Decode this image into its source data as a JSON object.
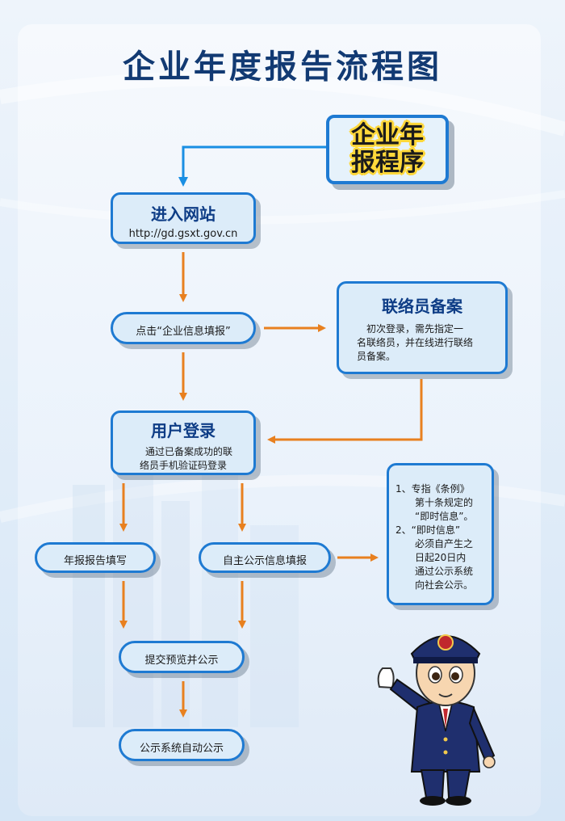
{
  "title": "企业年度报告流程图",
  "program": {
    "line1": "企业年",
    "line2": "报程序"
  },
  "enter_site": {
    "title": "进入网站",
    "url": "http://gd.gsxt.gov.cn"
  },
  "click_fill": {
    "label": "点击“企业信息填报”"
  },
  "liaison": {
    "title": "联络员备案",
    "line1": "初次登录，需先指定一",
    "line2": "名联络员，并在线进行联络",
    "line3": "员备案。"
  },
  "user_login": {
    "title": "用户登录",
    "line1": "通过已备案成功的联",
    "line2": "络员手机验证码登录"
  },
  "annual_report": {
    "label": "年报报告填写"
  },
  "self_publish": {
    "label": "自主公示信息填报"
  },
  "note": {
    "line1": "1、专指《条例》",
    "line2": "第十条规定的",
    "line3": "“即时信息”。",
    "line4": "2、“即时信息”",
    "line5": "必须自产生之",
    "line6": "日起20日内",
    "line7": "通过公示系统",
    "line8": "向社会公示。"
  },
  "submit": {
    "label": "提交预览并公示"
  },
  "auto_publish": {
    "label": "公示系统自动公示"
  },
  "colors": {
    "arrow_orange": "#e8801f",
    "arrow_blue": "#1a8fe3",
    "border_blue": "#1e7ad2",
    "title_navy": "#123a73"
  }
}
